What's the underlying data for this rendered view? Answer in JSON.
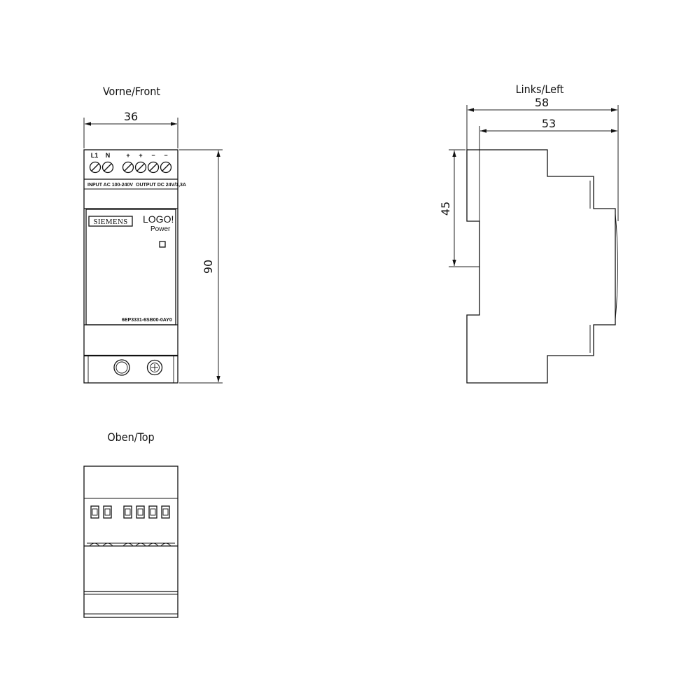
{
  "views": {
    "front": {
      "title": "Vorne/Front"
    },
    "left": {
      "title": "Links/Left"
    },
    "top": {
      "title": "Oben/Top"
    }
  },
  "dimensions": {
    "width": "36",
    "height": "90",
    "depth": "58",
    "depth_inner": "53",
    "half_height": "45"
  },
  "front_labels": {
    "terminals": [
      "L1",
      "N",
      "+",
      "+",
      "−",
      "−"
    ],
    "input": "INPUT AC 100-240V",
    "output": "OUTPUT DC 24V/1,3A",
    "brand": "SIEMENS",
    "product": "LOGO!",
    "product_sub": "Power",
    "order_number": "6EP3331-6SB00-0AY0"
  }
}
